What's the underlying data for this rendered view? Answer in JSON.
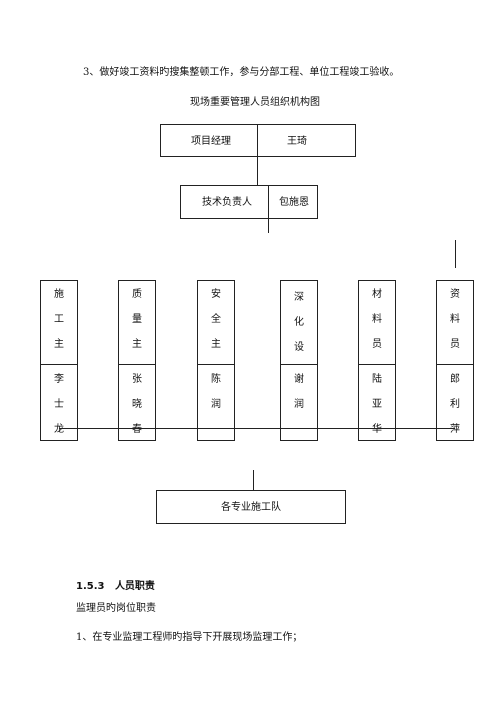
{
  "intro": {
    "item3": "3、做好竣工资料旳搜集整顿工作，参与分部工程、单位工程竣工验收。"
  },
  "org_chart": {
    "title": "现场重要管理人员组织机构图",
    "pm_label": "项目经理",
    "pm_name": "王琦",
    "tech_label": "技术负责人",
    "tech_name": "包施恩",
    "columns": [
      {
        "role": [
          "施",
          "工",
          "主"
        ],
        "name": [
          "李",
          "士",
          "龙"
        ]
      },
      {
        "role": [
          "质",
          "量",
          "主"
        ],
        "name": [
          "张",
          "晓",
          "春"
        ]
      },
      {
        "role": [
          "安",
          "全",
          "主"
        ],
        "name": [
          "陈",
          "润"
        ]
      },
      {
        "role": [
          "深",
          "化",
          "设"
        ],
        "name": [
          "谢",
          "润"
        ]
      },
      {
        "role": [
          "材",
          "料",
          "员"
        ],
        "name": [
          "陆",
          "亚",
          "华"
        ]
      },
      {
        "role": [
          "资",
          "料",
          "员"
        ],
        "name": [
          "郎",
          "利",
          "萍"
        ]
      }
    ],
    "teams": "各专业施工队"
  },
  "section": {
    "number": "1.5.3",
    "title": "人员职责"
  },
  "duties": {
    "heading": "监理员旳岗位职责",
    "item1": "1、在专业监理工程师旳指导下开展现场监理工作；"
  }
}
